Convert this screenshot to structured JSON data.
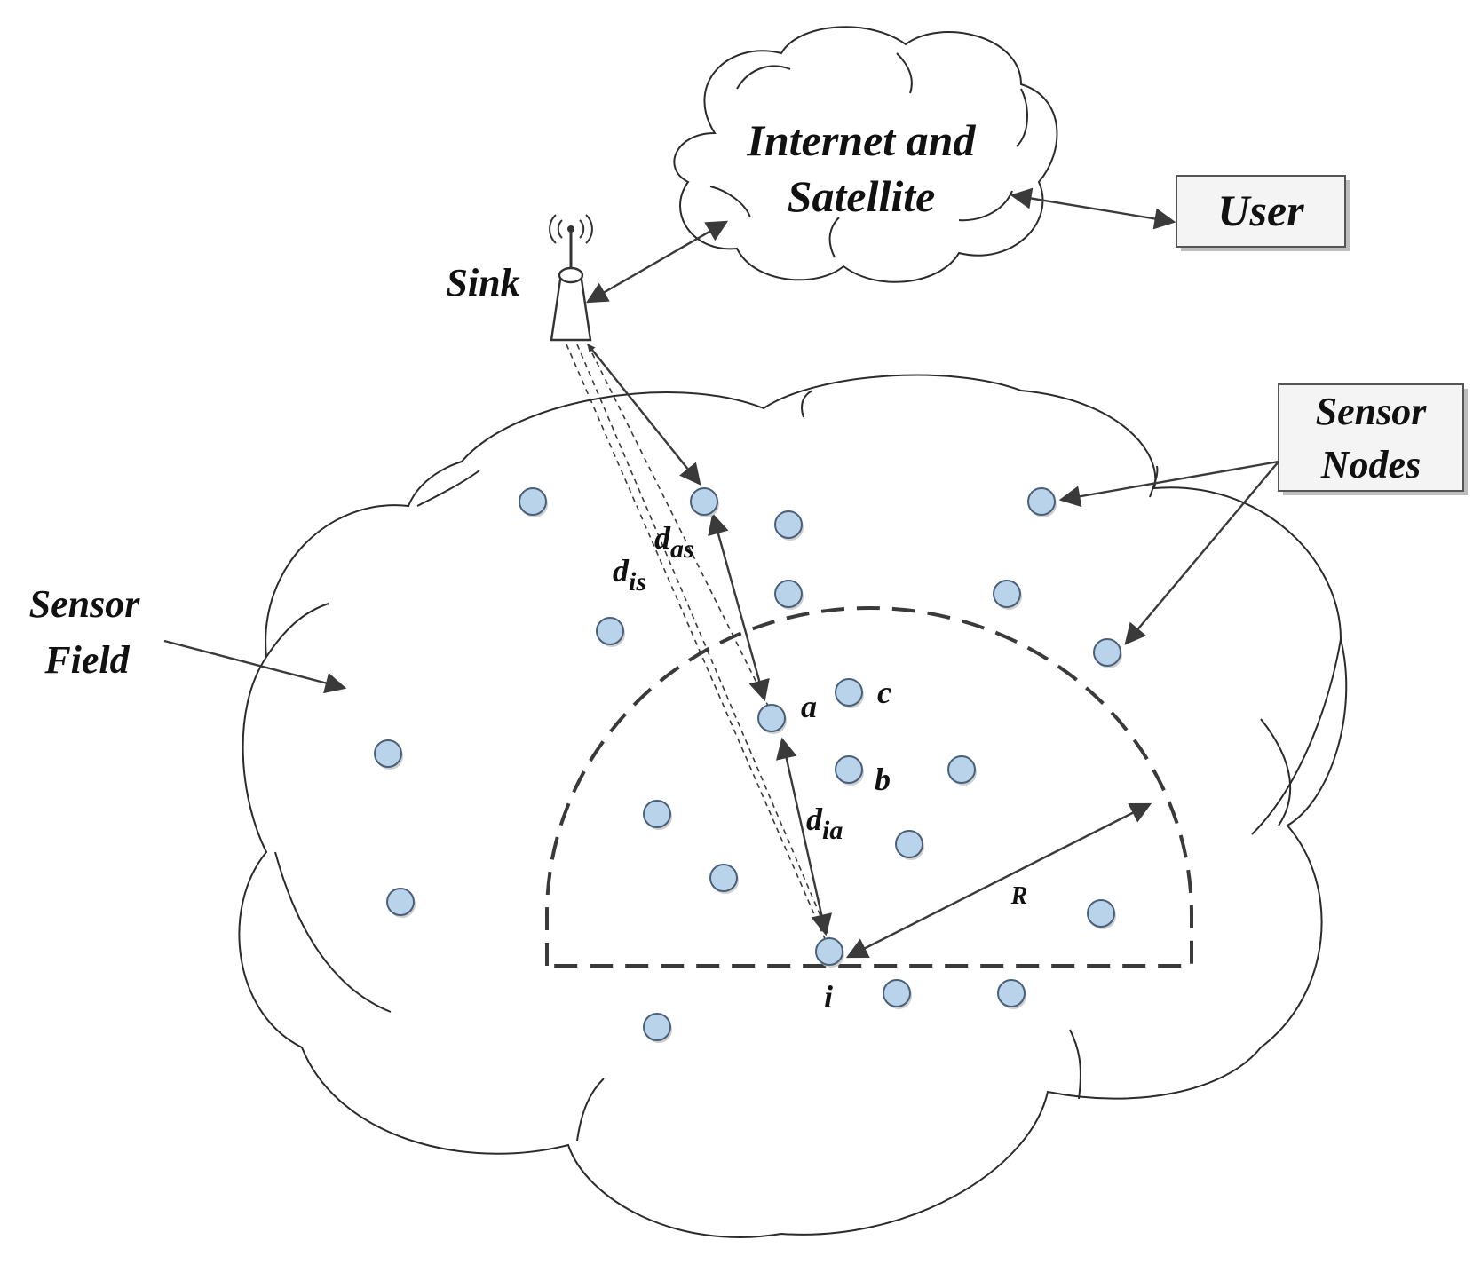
{
  "labels": {
    "internet_line1": "Internet and",
    "internet_line2": "Satellite",
    "user": "User",
    "sink": "Sink",
    "sensor_nodes_line1": "Sensor",
    "sensor_nodes_line2": "Nodes",
    "sensor_field_line1": "Sensor",
    "sensor_field_line2": "Field",
    "d_as_main": "d",
    "d_as_sub": "as",
    "d_is_main": "d",
    "d_is_sub": "is",
    "d_ia_main": "d",
    "d_ia_sub": "ia",
    "node_a": "a",
    "node_b": "b",
    "node_c": "c",
    "node_i": "i",
    "radius": "R"
  },
  "colors": {
    "node_fill": "#b9d3ea",
    "node_stroke": "#4a5f78",
    "line": "#3a3a3a",
    "box_fill": "#f4f4f4"
  },
  "icons": {
    "sink": "antenna-tower-icon"
  }
}
